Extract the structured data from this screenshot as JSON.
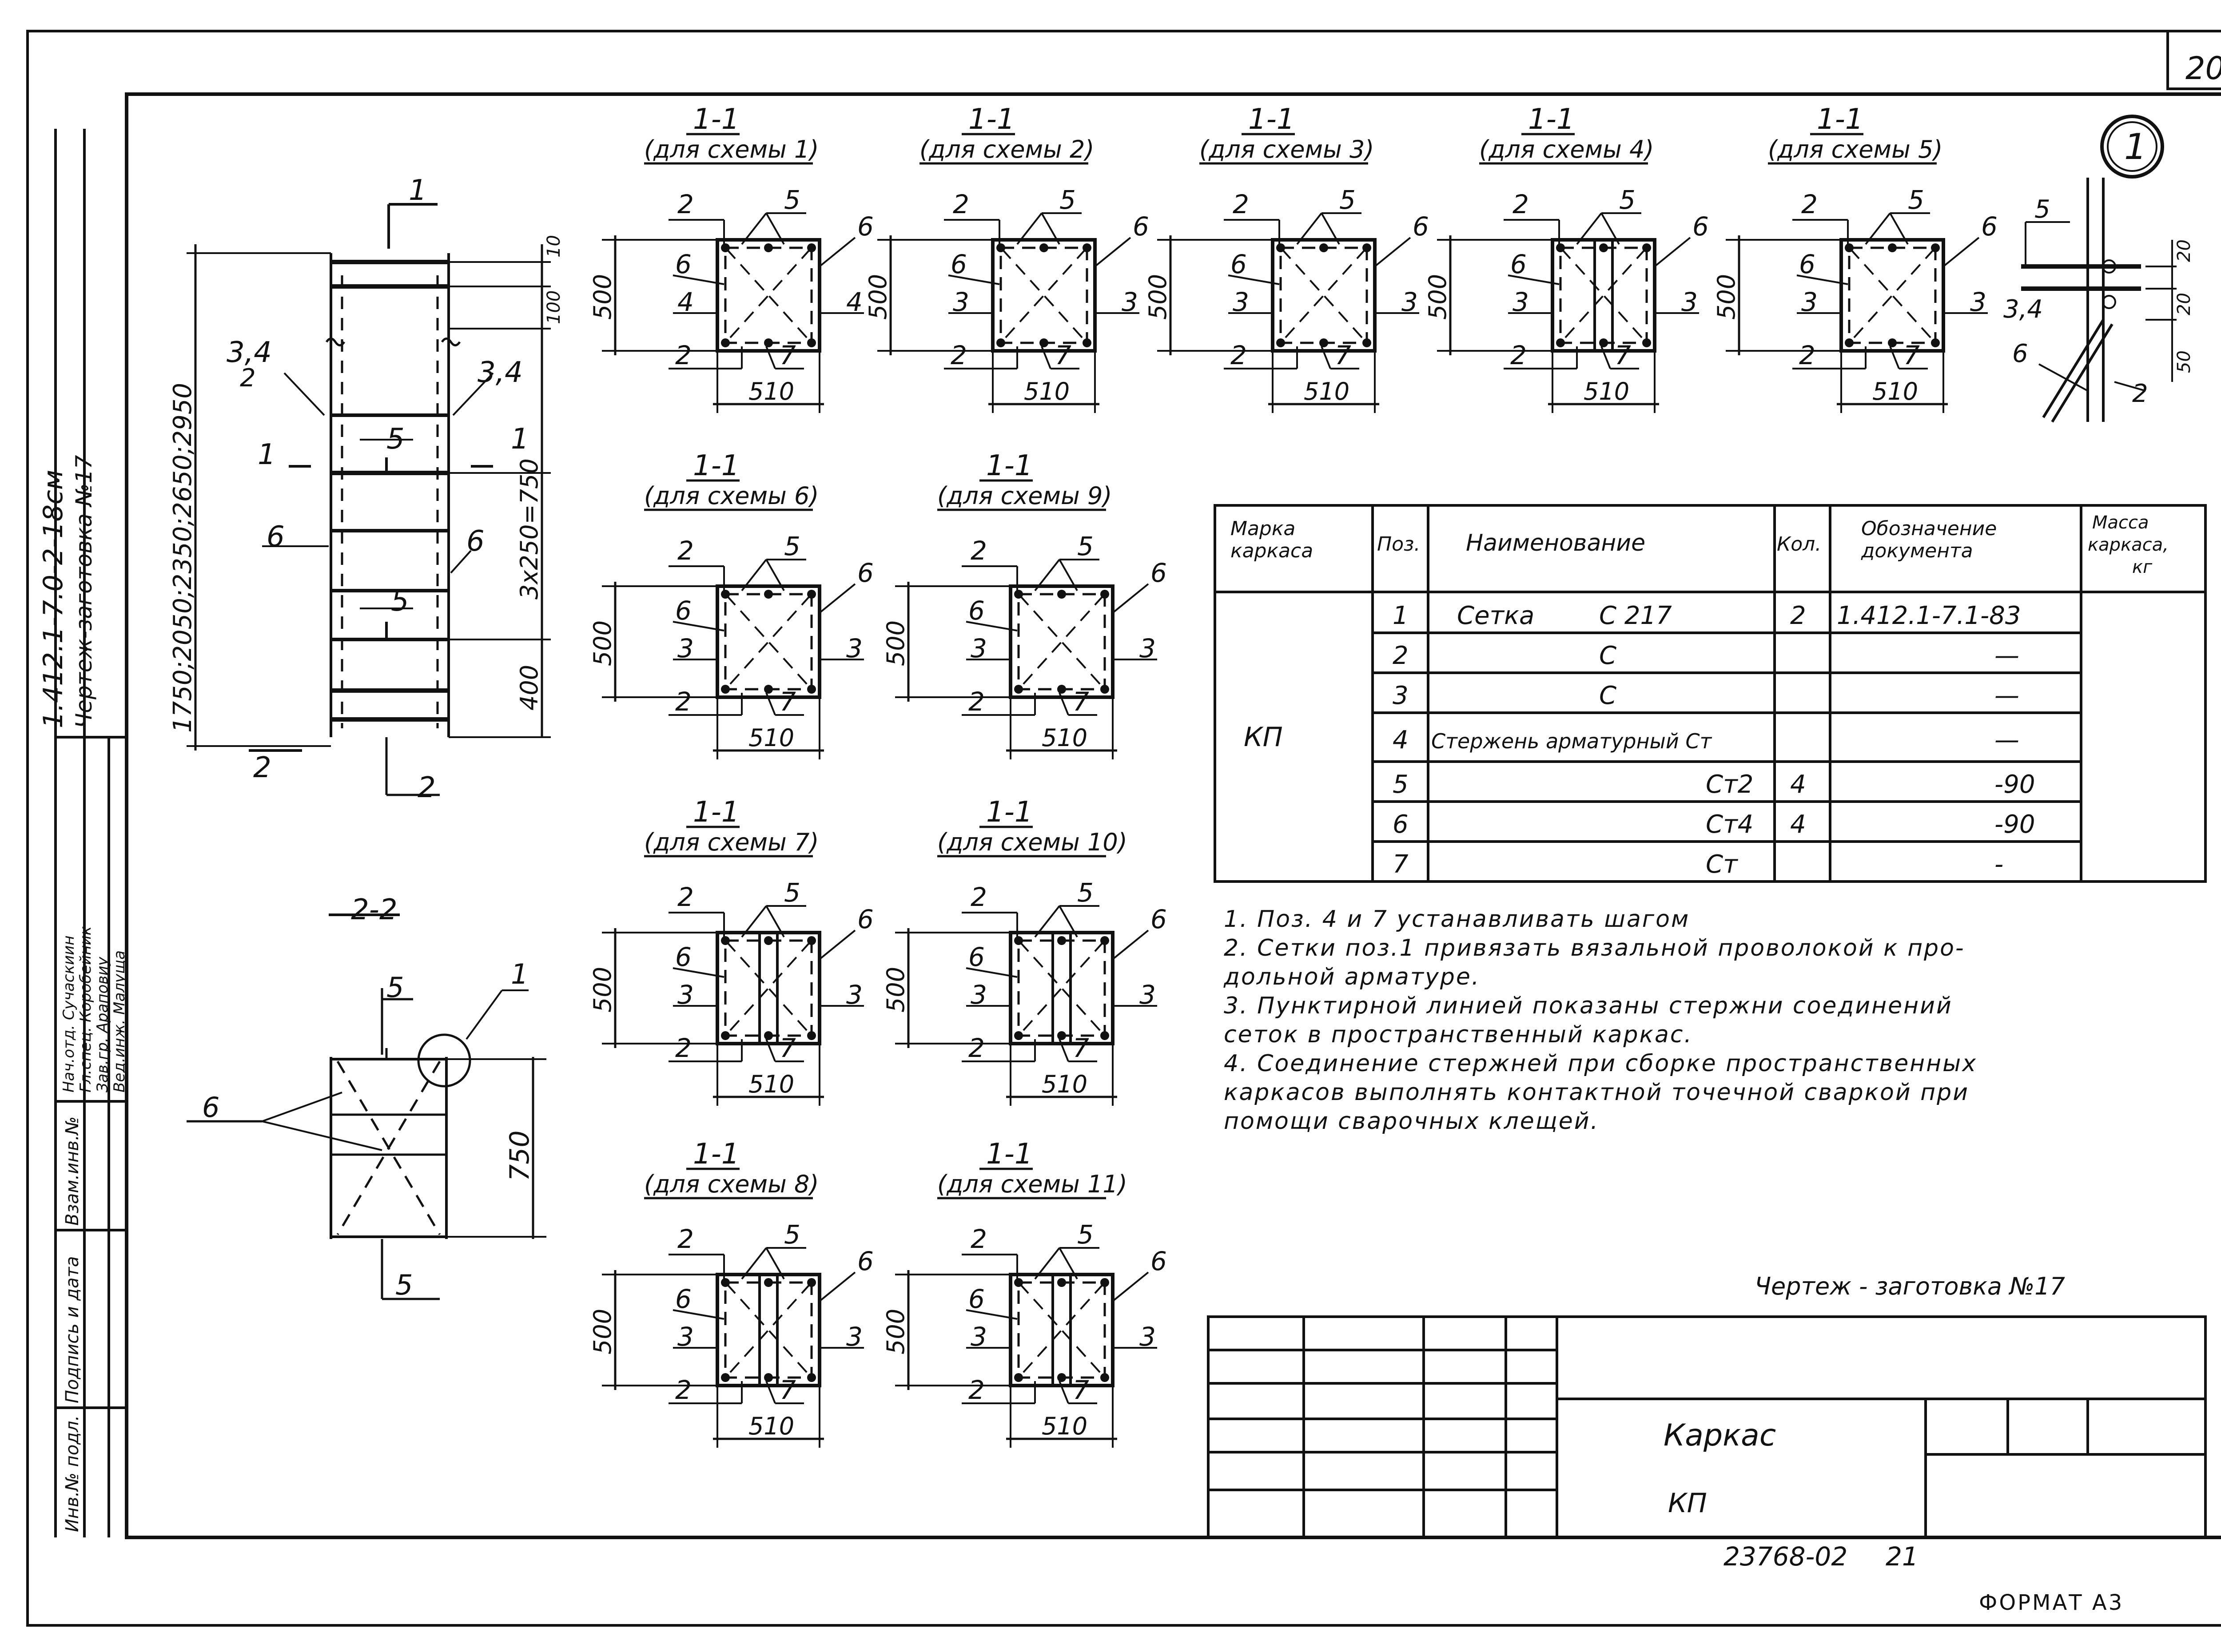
{
  "sheet": {
    "page_number": "20",
    "drawing_code": "1.412.1-7.0-2-18см",
    "blank_title_side": "Чертеж-заготовка №17",
    "format": "ФОРМАТ А3",
    "inventory": "23768-02",
    "inventory_sheet": "21",
    "blank_label": "Чертеж - заготовка №17",
    "title_name": "Каркас",
    "title_mark": "КП",
    "circle_mark": "1"
  },
  "side_stamp": {
    "rows": [
      {
        "role": "Нач.отд.",
        "name": "Сучаскиин"
      },
      {
        "role": "Гл.спец.",
        "name": "Коробейник"
      },
      {
        "role": "Зав.гр.",
        "name": "Араповиу"
      },
      {
        "role": "Вед.инж.",
        "name": "Малуща"
      }
    ],
    "inv_labels": [
      "Взам.инв.№",
      "Подпись и дата",
      "Инв.№ подл."
    ]
  },
  "elevation": {
    "dim_total": "1750;2050;2350;2650;2950",
    "dim_mid": "3x250=750",
    "dim_low": "400",
    "dim_top1": "10",
    "dim_top2": "100",
    "labels": {
      "p1": "1",
      "p2a": "2",
      "p2b": "2",
      "p2c": "2",
      "p34a": "3,4",
      "p34b": "3,4",
      "p5a": "5",
      "p5b": "5",
      "p6a": "6",
      "p6b": "6",
      "sec1a": "1",
      "sec1b": "1"
    }
  },
  "section22": {
    "title": "2-2",
    "dim": "750",
    "labels": {
      "p5a": "5",
      "p5b": "5",
      "p1": "1",
      "p6": "6"
    }
  },
  "sections": [
    {
      "title": "1-1",
      "subtitle": "(для схемы 1)",
      "l_mid": "4",
      "r_mid": "4"
    },
    {
      "title": "1-1",
      "subtitle": "(для схемы 2)",
      "l_mid": "3",
      "r_mid": "3"
    },
    {
      "title": "1-1",
      "subtitle": "(для схемы 3)",
      "l_mid": "3",
      "r_mid": "3"
    },
    {
      "title": "1-1",
      "subtitle": "(для схемы 4)",
      "l_mid": "3",
      "r_mid": "3"
    },
    {
      "title": "1-1",
      "subtitle": "(для схемы 5)",
      "l_mid": "3",
      "r_mid": "3"
    },
    {
      "title": "1-1",
      "subtitle": "(для схемы 6)",
      "l_mid": "3",
      "r_mid": "3"
    },
    {
      "title": "1-1",
      "subtitle": "(для схемы 9)",
      "l_mid": "3",
      "r_mid": "3"
    },
    {
      "title": "1-1",
      "subtitle": "(для схемы 7)",
      "l_mid": "3",
      "r_mid": "3"
    },
    {
      "title": "1-1",
      "subtitle": "(для схемы 10)",
      "l_mid": "3",
      "r_mid": "3"
    },
    {
      "title": "1-1",
      "subtitle": "(для схемы 8)",
      "l_mid": "3",
      "r_mid": "3"
    },
    {
      "title": "1-1",
      "subtitle": "(для схемы 11)",
      "l_mid": "3",
      "r_mid": "3"
    }
  ],
  "section_common": {
    "dim_h": "500",
    "dim_w": "510",
    "p2": "2",
    "p5": "5",
    "p6": "6",
    "p7": "7"
  },
  "detail1": {
    "d1": "20",
    "d2": "20",
    "d3": "50",
    "p5": "5",
    "p34": "3,4",
    "p6": "6",
    "p2": "2"
  },
  "spec": {
    "headers": {
      "mark": "Марка каркаса",
      "pos": "Поз.",
      "name": "Наименование",
      "qty": "Кол.",
      "doc": "Обозначение документа",
      "mass": "Масса каркаса, кг"
    },
    "mark": "КП",
    "rows": [
      {
        "pos": "1",
        "name": "Сетка",
        "name2": "С 217",
        "qty": "2",
        "doc": "1.412.1-7.1-83"
      },
      {
        "pos": "2",
        "name": "",
        "name2": "С",
        "qty": "",
        "doc": "—"
      },
      {
        "pos": "3",
        "name": "",
        "name2": "С",
        "qty": "",
        "doc": "—"
      },
      {
        "pos": "4",
        "name": "Стержень арматурный Ст",
        "name2": "",
        "qty": "",
        "doc": "—"
      },
      {
        "pos": "5",
        "name": "",
        "name2": "Ст2",
        "qty": "4",
        "doc": "-90"
      },
      {
        "pos": "6",
        "name": "",
        "name2": "Ст4",
        "qty": "4",
        "doc": "-90"
      },
      {
        "pos": "7",
        "name": "",
        "name2": "Ст",
        "qty": "",
        "doc": "-"
      }
    ]
  },
  "notes": [
    "1. Поз. 4 и 7 устанавливать шагом",
    "2. Сетки поз.1 привязать вязальной проволокой к про-",
    "дольной арматуре.",
    "3. Пунктирной линией показаны стержни соединений",
    "сеток в пространственный каркас.",
    "4. Соединение стержней при сборке пространственных",
    "каркасов выполнять контактной точечной сваркой при",
    "помощи сварочных клещей."
  ]
}
